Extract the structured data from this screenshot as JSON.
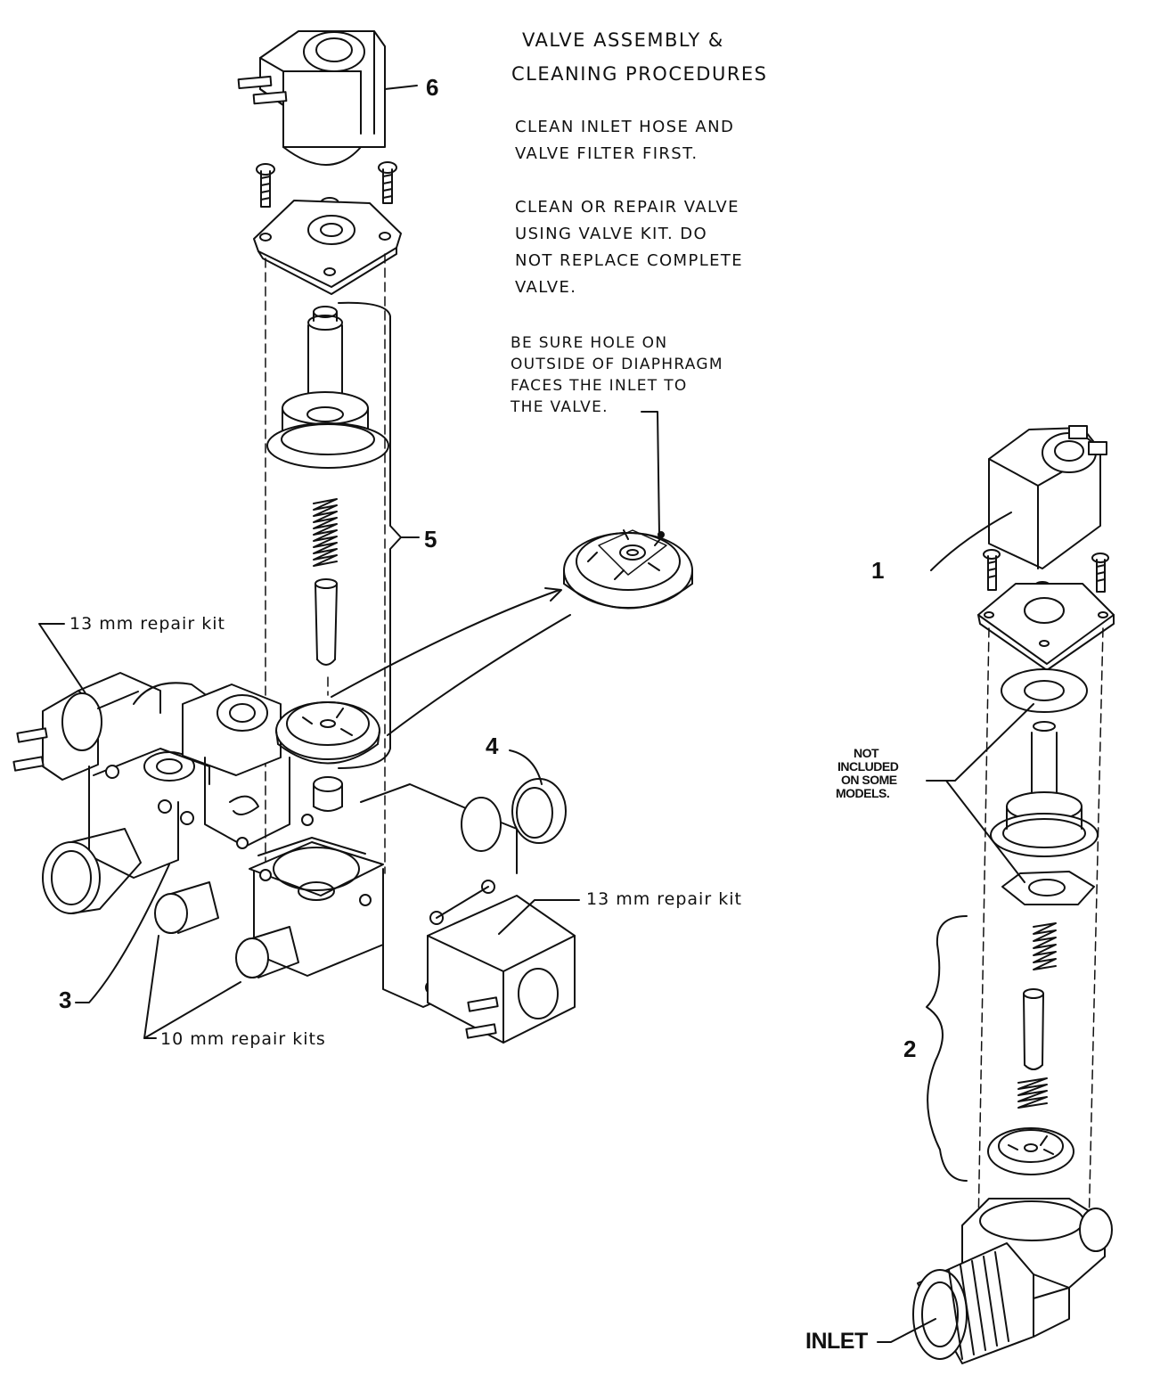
{
  "title": {
    "line1": "VALVE ASSEMBLY &",
    "line2": "CLEANING PROCEDURES"
  },
  "notes": {
    "clean_line1": "CLEAN INLET HOSE AND",
    "clean_line2": "VALVE FILTER FIRST.",
    "repair_line1": "CLEAN OR REPAIR VALVE",
    "repair_line2": "USING VALVE KIT.  DO",
    "repair_line3": "NOT REPLACE COMPLETE",
    "repair_line4": "VALVE.",
    "diaphragm_line1": "BE SURE HOLE ON",
    "diaphragm_line2": "OUTSIDE OF DIAPHRAGM",
    "diaphragm_line3": "FACES THE INLET TO",
    "diaphragm_line4": "THE VALVE."
  },
  "callouts": {
    "n1": "1",
    "n2": "2",
    "n3": "3",
    "n4": "4",
    "n5": "5",
    "n6": "6"
  },
  "labels": {
    "kit_13_left": "13 mm repair kit",
    "kit_13_right": "13 mm repair kit",
    "kit_10": "10 mm repair kits",
    "not_included_1": "NOT",
    "not_included_2": "INCLUDED",
    "not_included_3": "ON SOME",
    "not_included_4": "MODELS.",
    "inlet": "INLET"
  }
}
